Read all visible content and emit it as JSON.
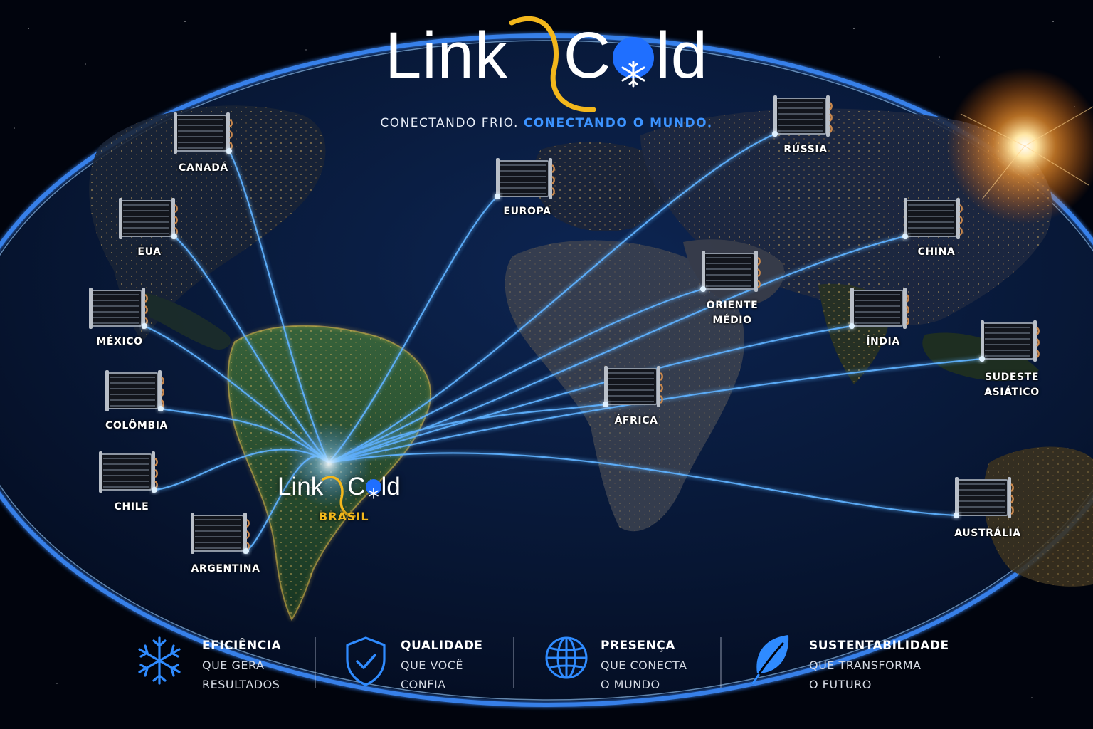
{
  "brand": {
    "name_part1": "Link",
    "name_part2": "C",
    "name_part3": "ld",
    "tagline_part1": "CONECTANDO FRIO.",
    "tagline_part2": "CONECTANDO O MUNDO.",
    "hub_country": "BRASIL",
    "accent_color": "#f3b71c",
    "glow_color": "#3c93ff"
  },
  "destinations": [
    {
      "id": "canada",
      "label": "CANADÁ"
    },
    {
      "id": "eua",
      "label": "EUA"
    },
    {
      "id": "mexico",
      "label": "MÉXICO"
    },
    {
      "id": "colombia",
      "label": "COLÔMBIA"
    },
    {
      "id": "chile",
      "label": "CHILE"
    },
    {
      "id": "argentina",
      "label": "ARGENTINA"
    },
    {
      "id": "europa",
      "label": "EUROPA"
    },
    {
      "id": "russia",
      "label": "RÚSSIA"
    },
    {
      "id": "oriente-medio",
      "label_line1": "ORIENTE",
      "label_line2": "MÉDIO"
    },
    {
      "id": "china",
      "label": "CHINA"
    },
    {
      "id": "india",
      "label": "ÍNDIA"
    },
    {
      "id": "sudeste-asiatico",
      "label_line1": "SUDESTE",
      "label_line2": "ASIÁTICO"
    },
    {
      "id": "africa",
      "label": "ÁFRICA"
    },
    {
      "id": "australia",
      "label": "AUSTRÁLIA"
    }
  ],
  "features": [
    {
      "icon": "snowflake-icon",
      "title": "EFICIÊNCIA",
      "line1": "QUE GERA",
      "line2": "RESULTADOS"
    },
    {
      "icon": "shield-check-icon",
      "title": "QUALIDADE",
      "line1": "QUE VOCÊ",
      "line2": "CONFIA"
    },
    {
      "icon": "globe-icon",
      "title": "PRESENÇA",
      "line1": "QUE CONECTA",
      "line2": "O MUNDO"
    },
    {
      "icon": "leaf-icon",
      "title": "SUSTENTABILIDADE",
      "line1": "QUE TRANSFORMA",
      "line2": "O FUTURO"
    }
  ]
}
